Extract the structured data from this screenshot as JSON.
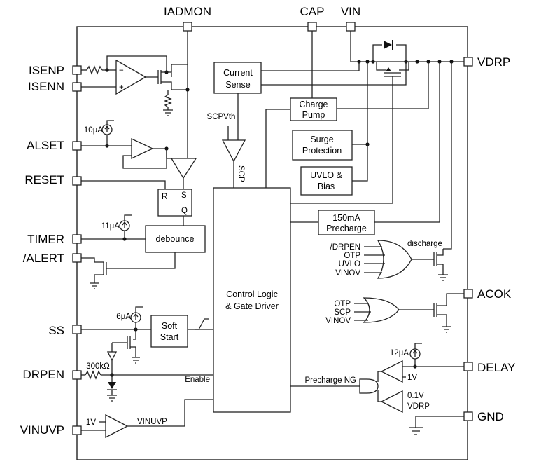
{
  "pins": {
    "iadmon": "IADMON",
    "cap": "CAP",
    "vin": "VIN",
    "isenp": "ISENP",
    "isenn": "ISENN",
    "alset": "ALSET",
    "reset": "RESET",
    "timer": "TIMER",
    "alert": "/ALERT",
    "ss": "SS",
    "drpen": "DRPEN",
    "vinuvp": "VINUVP",
    "vdrp": "VDRP",
    "acok": "ACOK",
    "delay": "DELAY",
    "gnd": "GND"
  },
  "blocks": {
    "current_sense": [
      "Current",
      "Sense"
    ],
    "charge_pump": [
      "Charge",
      "Pump"
    ],
    "surge_protection": [
      "Surge",
      "Protection"
    ],
    "uvlo_bias": [
      "UVLO &",
      "Bias"
    ],
    "precharge_150ma": [
      "150mA",
      "Precharge"
    ],
    "debounce": "debounce",
    "soft_start": [
      "Soft",
      "Start"
    ],
    "control_logic": [
      "Control Logic",
      "& Gate Driver"
    ]
  },
  "labels": {
    "scpvth": "SCPVth",
    "scp_signal": "SCP",
    "isrc_10ua": "10µA",
    "isrc_11ua": "11µA",
    "isrc_6ua": "6µA",
    "isrc_12ua": "12µA",
    "r_300k": "300kΩ",
    "enable": "Enable",
    "vref_1v_vinuvp": "1V",
    "vinuvp_signal": "VINUVP",
    "precharge_ng": "Precharge NG",
    "vref_1v_delay": "1V",
    "vref_0_1v": "0.1V",
    "vdrp_ref": "VDRP",
    "discharge": "discharge",
    "gate1_inputs": [
      "/DRPEN",
      "OTP",
      "UVLO",
      "VINOV"
    ],
    "gate2_inputs": [
      "OTP",
      "SCP",
      "VINOV"
    ],
    "latch_s": "S",
    "latch_r": "R",
    "latch_q": "Q",
    "opamp_minus": "−",
    "opamp_plus": "+"
  }
}
